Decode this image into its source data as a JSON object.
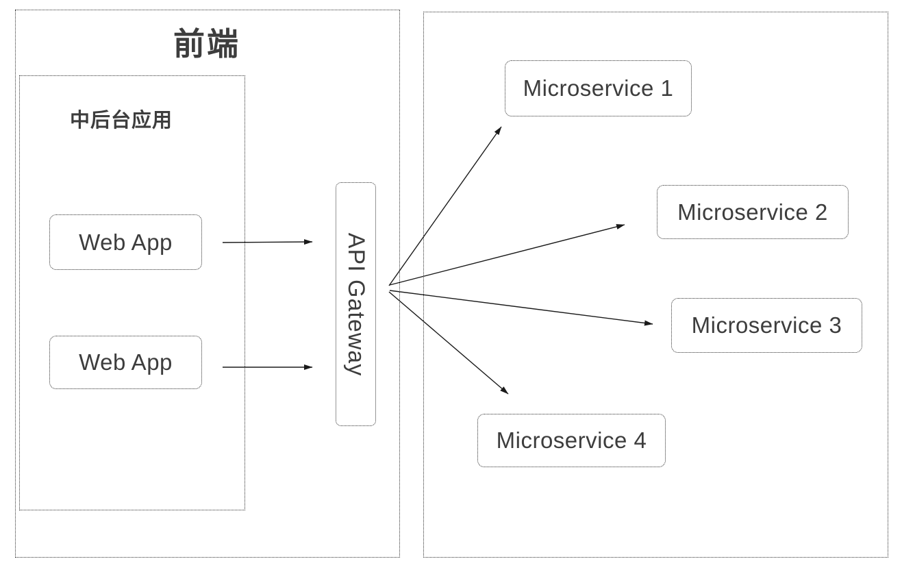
{
  "colors": {
    "text": "#3d3d3d",
    "stroke": "#1a1a1a",
    "border": "#2e2e2e",
    "background": "#ffffff"
  },
  "frontend_group": {
    "title": "前端",
    "admin_group": {
      "label": "中后台应用",
      "web_apps": [
        {
          "label": "Web App"
        },
        {
          "label": "Web App"
        }
      ]
    }
  },
  "gateway": {
    "label": "API Gateway"
  },
  "services_group": {
    "services": [
      {
        "label": "Microservice 1"
      },
      {
        "label": "Microservice 2"
      },
      {
        "label": "Microservice 3"
      },
      {
        "label": "Microservice 4"
      }
    ]
  },
  "connections": [
    {
      "from": "web-app-1",
      "to": "api-gateway"
    },
    {
      "from": "web-app-2",
      "to": "api-gateway"
    },
    {
      "from": "api-gateway",
      "to": "microservice-1"
    },
    {
      "from": "api-gateway",
      "to": "microservice-2"
    },
    {
      "from": "api-gateway",
      "to": "microservice-3"
    },
    {
      "from": "api-gateway",
      "to": "microservice-4"
    }
  ]
}
